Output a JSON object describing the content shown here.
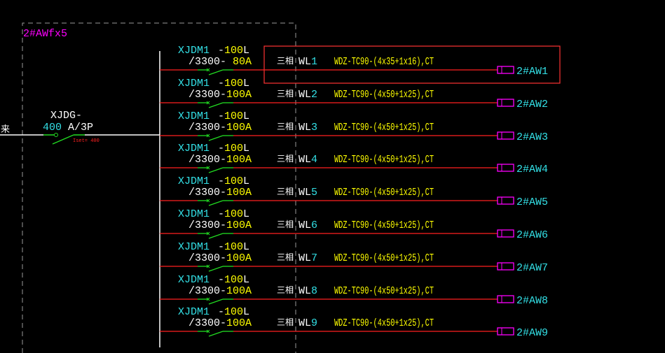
{
  "panel_label": "2#AWfx5",
  "incoming": {
    "source_label": "来",
    "breaker_model": "XJDG-",
    "breaker_rating": "400",
    "breaker_suffix": " A/3P",
    "setting_label": "Iset= 400"
  },
  "colors": {
    "bus": "#ffffff",
    "feeder": "#ff2020",
    "switch": "#22dd22",
    "highlight": "#ff3333",
    "terminal": "#ff00ff"
  },
  "circuits": [
    {
      "model": "XJDM1",
      "dash": "-",
      "frame": "100",
      "frame_suffix": "L",
      "spec": "/3300- ",
      "current": "80A",
      "phase": "三相",
      "wl_prefix": "WL",
      "wl_num": "1",
      "cable": "WDZ-TC90-(4x35+1x16),CT",
      "dest": "2#AW1",
      "highlighted": true
    },
    {
      "model": "XJDM1",
      "dash": "-",
      "frame": "100",
      "frame_suffix": "L",
      "spec": "/3300-",
      "current": "100A",
      "phase": "三相",
      "wl_prefix": "WL",
      "wl_num": "2",
      "cable": "WDZ-TC90-(4x50+1x25),CT",
      "dest": "2#AW2"
    },
    {
      "model": "XJDM1",
      "dash": "-",
      "frame": "100",
      "frame_suffix": "L",
      "spec": "/3300-",
      "current": "100A",
      "phase": "三相",
      "wl_prefix": "WL",
      "wl_num": "3",
      "cable": "WDZ-TC90-(4x50+1x25),CT",
      "dest": "2#AW3"
    },
    {
      "model": "XJDM1",
      "dash": "-",
      "frame": "100",
      "frame_suffix": "L",
      "spec": "/3300-",
      "current": "100A",
      "phase": "三相",
      "wl_prefix": "WL",
      "wl_num": "4",
      "cable": "WDZ-TC90-(4x50+1x25),CT",
      "dest": "2#AW4"
    },
    {
      "model": "XJDM1",
      "dash": "-",
      "frame": "100",
      "frame_suffix": "L",
      "spec": "/3300-",
      "current": "100A",
      "phase": "三相",
      "wl_prefix": "WL",
      "wl_num": "5",
      "cable": "WDZ-TC90-(4x50+1x25),CT",
      "dest": "2#AW5"
    },
    {
      "model": "XJDM1",
      "dash": "-",
      "frame": "100",
      "frame_suffix": "L",
      "spec": "/3300-",
      "current": "100A",
      "phase": "三相",
      "wl_prefix": "WL",
      "wl_num": "6",
      "cable": "WDZ-TC90-(4x50+1x25),CT",
      "dest": "2#AW6"
    },
    {
      "model": "XJDM1",
      "dash": "-",
      "frame": "100",
      "frame_suffix": "L",
      "spec": "/3300-",
      "current": "100A",
      "phase": "三相",
      "wl_prefix": "WL",
      "wl_num": "7",
      "cable": "WDZ-TC90-(4x50+1x25),CT",
      "dest": "2#AW7"
    },
    {
      "model": "XJDM1",
      "dash": "-",
      "frame": "100",
      "frame_suffix": "L",
      "spec": "/3300-",
      "current": "100A",
      "phase": "三相",
      "wl_prefix": "WL",
      "wl_num": "8",
      "cable": "WDZ-TC90-(4x50+1x25),CT",
      "dest": "2#AW8"
    },
    {
      "model": "XJDM1",
      "dash": "-",
      "frame": "100",
      "frame_suffix": "L",
      "spec": "/3300-",
      "current": "100A",
      "phase": "三相",
      "wl_prefix": "WL",
      "wl_num": "9",
      "cable": "WDZ-TC90-(4x50+1x25),CT",
      "dest": "2#AW9"
    }
  ]
}
